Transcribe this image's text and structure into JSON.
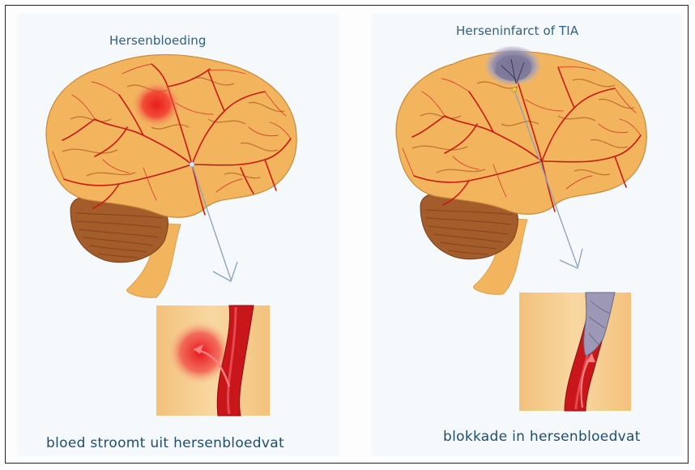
{
  "left_panel": {
    "title": "Hersenbloeding",
    "caption": "bloed stroomt uit hersenbloedvat"
  },
  "right_panel": {
    "title": "Herseninfarct of TIA",
    "caption": "blokkade in hersenbloedvat"
  },
  "colors": {
    "title_text": "#2f5f82",
    "caption_text": "#1c4e72",
    "brain": "#f2b45c",
    "brain_outline": "#8a4a1a",
    "vessel": "#c81a14",
    "bleed": "#e8141a",
    "clot": "#8c86a8",
    "cerebellum": "#a05a2a",
    "inset_bg": "#f4c88a",
    "pointer": "#8aa3bb"
  }
}
